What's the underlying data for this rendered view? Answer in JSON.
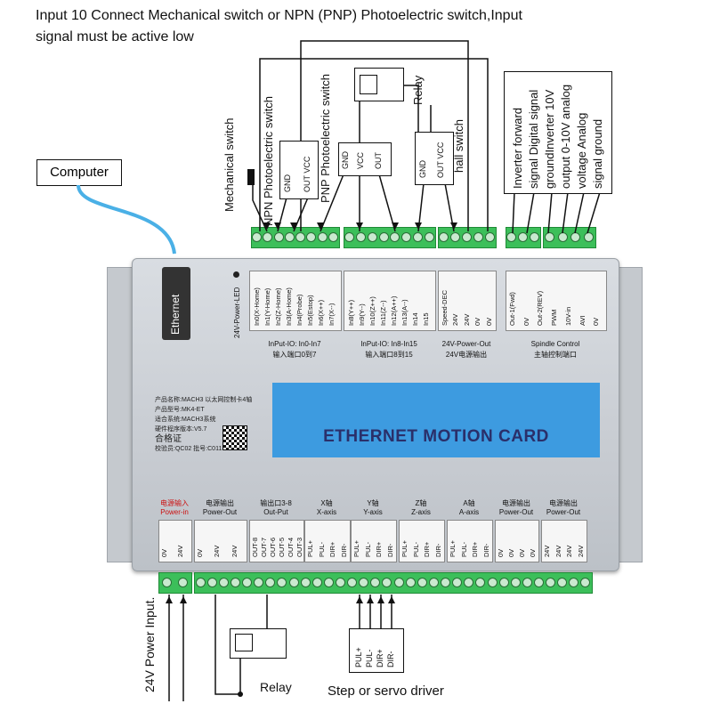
{
  "header": {
    "line1": "Input 10 Connect Mechanical switch or NPN (PNP) Photoelectric switch,Input",
    "line2": "signal must be active low"
  },
  "computer": {
    "label": "Computer",
    "cable_color": "#4ab0e6"
  },
  "card": {
    "ethernet_label": "Ethernet",
    "led_label": "24V-Power-LED",
    "banner": "ETHERNET MOTION CARD",
    "banner_color": "#3d9be0",
    "info_lines": [
      "产品名称:MACH3 以太网控制卡4轴",
      "产品型号:MK4-ET",
      "适合系统:MACH3系统",
      "硬件程序版本:V5.7",
      "合格证",
      "校验员:QC02  批号:C0113V57"
    ]
  },
  "top_panels": {
    "input1": {
      "pins": [
        "In0(X-Home)",
        "In1(Y-Home)",
        "In2(Z-Home)",
        "In3(A-Home)",
        "In4(Probe)",
        "In5(Estop)",
        "In6(X++)",
        "In7(X--)"
      ],
      "caption": "InPut-IO: In0-In7",
      "caption_cn": "输入端口0到7"
    },
    "input2": {
      "pins": [
        "In8(Y++)",
        "In9(Y--)",
        "In10(Z++)",
        "In11(Z--)",
        "In12(A++)",
        "In13(A--)",
        "In14",
        "In15"
      ],
      "caption": "InPut-IO: In8-In15",
      "caption_cn": "输入端口8到15"
    },
    "power": {
      "pins": [
        "Speed-DEC",
        "24V",
        "24V",
        "0V",
        "0V"
      ],
      "caption": "24V-Power-Out",
      "caption_cn": "24V电源输出"
    },
    "spindle": {
      "pins": [
        "Out-1(Fwd)",
        "0V",
        "Out-2(REV)",
        "PWM",
        "10V-in",
        "AVI",
        "0V"
      ],
      "caption": "Spindle Control",
      "caption_cn": "主轴控制端口"
    }
  },
  "bottom_panels": [
    {
      "cn": "电源输入",
      "en": "Power-in",
      "pins": [
        "0V",
        "24V"
      ],
      "red": true
    },
    {
      "cn": "电源输出",
      "en": "Power-Out",
      "pins": [
        "0V",
        "24V",
        "24V"
      ]
    },
    {
      "cn": "输出口3-8",
      "en": "Out-Put",
      "pins": [
        "OUT-8",
        "OUT-7",
        "OUT-6",
        "OUT-5",
        "OUT-4",
        "OUT-3"
      ]
    },
    {
      "cn": "X轴",
      "en": "X-axis",
      "pins": [
        "PUL+",
        "PUL-",
        "DIR+",
        "DIR-"
      ]
    },
    {
      "cn": "Y轴",
      "en": "Y-axis",
      "pins": [
        "PUL+",
        "PUL-",
        "DIR+",
        "DIR-"
      ]
    },
    {
      "cn": "Z轴",
      "en": "Z-axis",
      "pins": [
        "PUL+",
        "PUL-",
        "DIR+",
        "DIR-"
      ]
    },
    {
      "cn": "A轴",
      "en": "A-axis",
      "pins": [
        "PUL+",
        "PUL-",
        "DIR+",
        "DIR-"
      ]
    },
    {
      "cn": "电源输出",
      "en": "Power-Out",
      "pins": [
        "0V",
        "0V",
        "0V",
        "0V"
      ]
    },
    {
      "cn": "电源输出",
      "en": "Power-Out",
      "pins": [
        "24V",
        "24V",
        "24V",
        "24V"
      ]
    }
  ],
  "annotations": {
    "mechanical_switch": "Mechanical switch",
    "npn": "NPN Photoelectric switch",
    "pnp": "PNP Photoelectric switch",
    "relay_top": "Relay",
    "hall": "hall switch",
    "npn_pins": [
      "GND",
      "OUT VCC"
    ],
    "pnp_pins": [
      "GND",
      "VCC",
      "OUT"
    ],
    "hall_pins": [
      "GND",
      "OUT VCC"
    ],
    "inverter": [
      "Inverter forward",
      "signal Digital signal",
      "groundInverter 10V",
      "output 0-10V analog",
      "voltage Analog",
      "signal ground"
    ],
    "power_input": "24V Power Input.",
    "relay_bottom": "Relay",
    "driver_pins": [
      "PUL+",
      "PUL-",
      "DIR+",
      "DIR-"
    ],
    "driver": "Step or servo driver"
  },
  "colors": {
    "terminal": "#3cbf5a",
    "wire": "#111111",
    "power_in_red": "#cc1111"
  }
}
